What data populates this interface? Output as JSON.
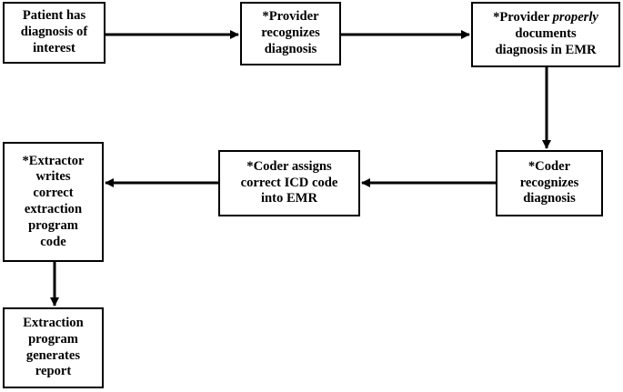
{
  "nodes": {
    "patient": {
      "lines": [
        "Patient has",
        "diagnosis of",
        "interest"
      ]
    },
    "provider_recognizes": {
      "lines": [
        "*Provider",
        "recognizes",
        "diagnosis"
      ]
    },
    "provider_documents": {
      "line1_prefix": "*Provider ",
      "line1_emphasis": "properly",
      "lines_rest": [
        "documents",
        "diagnosis in EMR"
      ]
    },
    "coder_recognizes": {
      "lines": [
        "*Coder",
        "recognizes",
        "diagnosis"
      ]
    },
    "coder_assigns": {
      "lines": [
        "*Coder assigns",
        "correct ICD code",
        "into EMR"
      ]
    },
    "extractor": {
      "lines": [
        "*Extractor",
        "writes",
        "correct",
        "extraction",
        "program",
        "code"
      ]
    },
    "report": {
      "lines": [
        "Extraction",
        "program",
        "generates",
        "report"
      ]
    }
  },
  "edges": [
    {
      "from": "patient",
      "to": "provider_recognizes"
    },
    {
      "from": "provider_recognizes",
      "to": "provider_documents"
    },
    {
      "from": "provider_documents",
      "to": "coder_recognizes"
    },
    {
      "from": "coder_recognizes",
      "to": "coder_assigns"
    },
    {
      "from": "coder_assigns",
      "to": "extractor"
    },
    {
      "from": "extractor",
      "to": "report"
    }
  ],
  "colors": {
    "line": "#000000",
    "box_border": "#000000",
    "background": "#ffffff"
  }
}
